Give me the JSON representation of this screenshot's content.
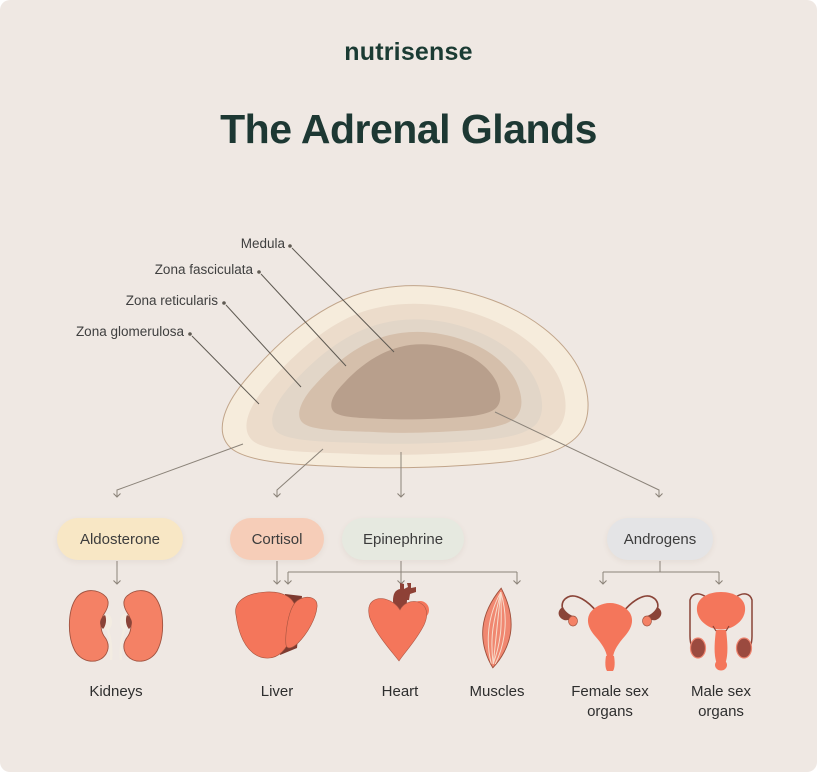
{
  "brand": {
    "logo_text": "nutrisense",
    "logo_color": "#1b3b33"
  },
  "title": {
    "text": "The Adrenal Glands",
    "color": "#1d3833"
  },
  "palette": {
    "background": "#efe8e3",
    "connector_gray": "#8b8379",
    "pointer_line": "#5f5a52",
    "organ_coral": "#f4765b",
    "organ_outline": "#a0523f",
    "organ_dark_maroon": "#8a4438",
    "gland_layer_colors": [
      "#f6ecdc",
      "#ecdccb",
      "#e2d6c8",
      "#d5bfab",
      "#b89f8c"
    ]
  },
  "gland": {
    "zone_labels": [
      "Medula",
      "Zona fasciculata",
      "Zona reticularis",
      "Zona glomerulosa"
    ]
  },
  "hormones": [
    {
      "label": "Aldosterone",
      "badge_color": "#f8e7c5",
      "targets": [
        "Kidneys"
      ]
    },
    {
      "label": "Cortisol",
      "badge_color": "#f6cdb8",
      "targets": [
        "Liver"
      ]
    },
    {
      "label": "Epinephrine",
      "badge_color": "#e6e9e0",
      "targets": [
        "Liver",
        "Heart",
        "Muscles"
      ]
    },
    {
      "label": "Androgens",
      "badge_color": "#e4e4e6",
      "targets": [
        "Female sex organs",
        "Male sex organs"
      ]
    }
  ],
  "organs": [
    "Kidneys",
    "Liver",
    "Heart",
    "Muscles",
    "Female sex organs",
    "Male sex organs"
  ]
}
